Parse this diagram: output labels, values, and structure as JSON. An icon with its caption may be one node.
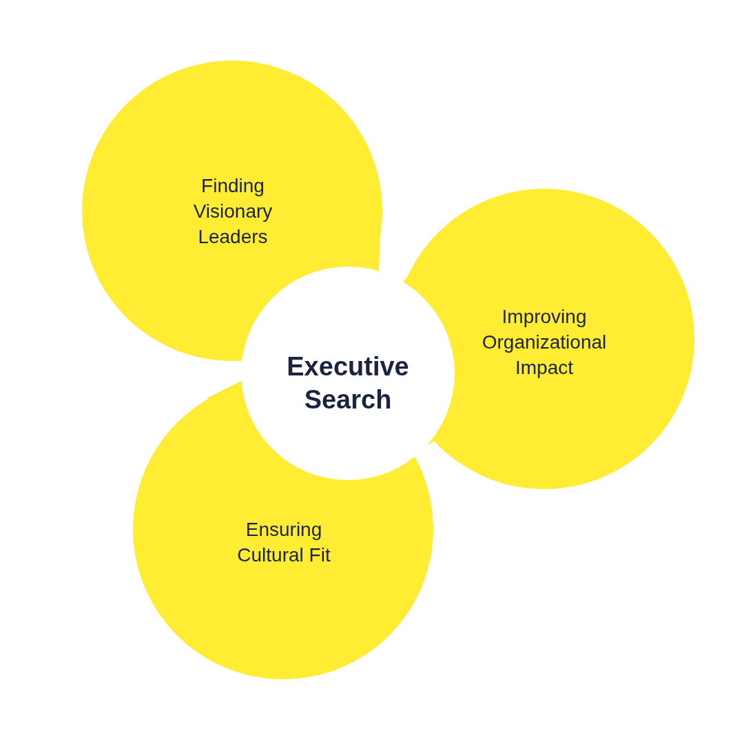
{
  "diagram": {
    "nodes": [
      {
        "text": [
          "Finding Visionary Leaders"
        ]
      },
      {
        "text": [
          "Improving Organizational Impact"
        ]
      },
      {
        "text": [
          "Executive Search"
        ]
      },
      {
        "text": [
          "Ensuring Cultural Fit"
        ]
      }
    ]
  }
}
